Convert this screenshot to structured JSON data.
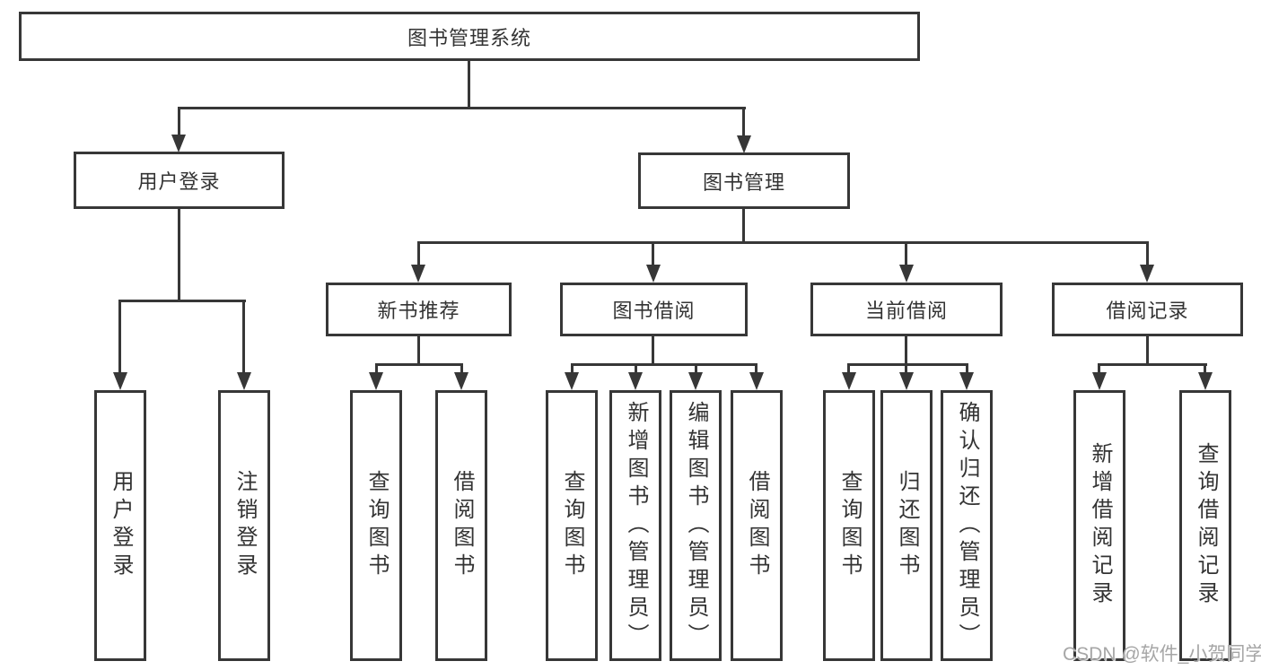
{
  "diagram": {
    "type": "hierarchy-tree",
    "title": "图书管理系统",
    "colors": {
      "line": "#373737",
      "text": "#333333",
      "background": "#ffffff",
      "watermark": "#a6a6a6"
    }
  },
  "tree": {
    "label": "图书管理系统",
    "children": [
      {
        "label": "用户登录",
        "children": [
          {
            "label": "用户登录"
          },
          {
            "label": "注销登录"
          }
        ]
      },
      {
        "label": "图书管理",
        "children": [
          {
            "label": "新书推荐",
            "children": [
              {
                "label": "查询图书"
              },
              {
                "label": "借阅图书"
              }
            ]
          },
          {
            "label": "图书借阅",
            "children": [
              {
                "label": "查询图书"
              },
              {
                "label": "新增图书（管理员）"
              },
              {
                "label": "编辑图书（管理员）"
              },
              {
                "label": "借阅图书"
              }
            ]
          },
          {
            "label": "当前借阅",
            "children": [
              {
                "label": "查询图书"
              },
              {
                "label": "归还图书"
              },
              {
                "label": "确认归还（管理员）"
              }
            ]
          },
          {
            "label": "借阅记录",
            "children": [
              {
                "label": "新增借阅记录"
              },
              {
                "label": "查询借阅记录"
              }
            ]
          }
        ]
      }
    ]
  },
  "watermark": {
    "text": "CSDN @软件_小贺同学"
  }
}
